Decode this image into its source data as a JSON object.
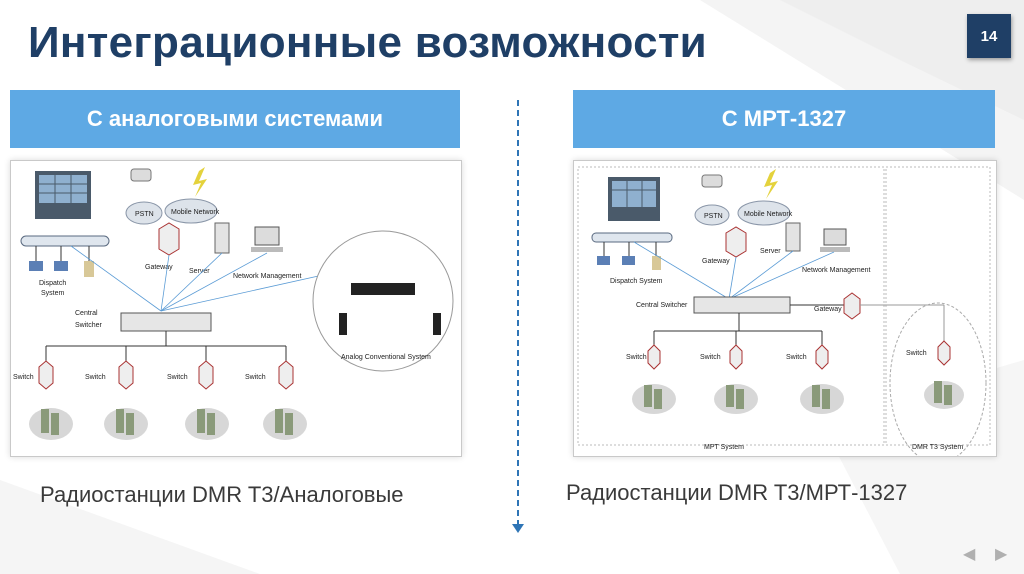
{
  "slide": {
    "title": "Интеграционные возможности",
    "page_number": "14"
  },
  "left": {
    "header": "С аналоговыми системами",
    "caption": "Радиостанции DMR T3/Аналоговые",
    "diagram": {
      "pstn": "PSTN",
      "mobile": "Mobile Network",
      "gateway": "Gateway",
      "server": "Server",
      "network_management": "Network Management",
      "dispatch_1": "Dispatch",
      "dispatch_2": "System",
      "central_1": "Central",
      "central_2": "Switcher",
      "analog_system": "Analog Conventional System",
      "switch": "Switch"
    }
  },
  "right": {
    "header": "С МРТ-1327",
    "caption": "Радиостанции DMR T3/МРТ-1327",
    "diagram": {
      "pstn": "PSTN",
      "mobile": "Mobile Network",
      "gateway": "Gateway",
      "server": "Server",
      "network_management": "Network Management",
      "dispatch": "Dispatch System",
      "central": "Central Switcher",
      "gateway2": "Gateway",
      "switch": "Switch",
      "mpt_system": "MPT System",
      "dmr_system": "DMR T3 System"
    }
  },
  "nav": {
    "prev": "◀",
    "next": "▶"
  },
  "colors": {
    "title": "#1f3f66",
    "header_bg": "#5ea9e4",
    "divider": "#2e75b6"
  }
}
